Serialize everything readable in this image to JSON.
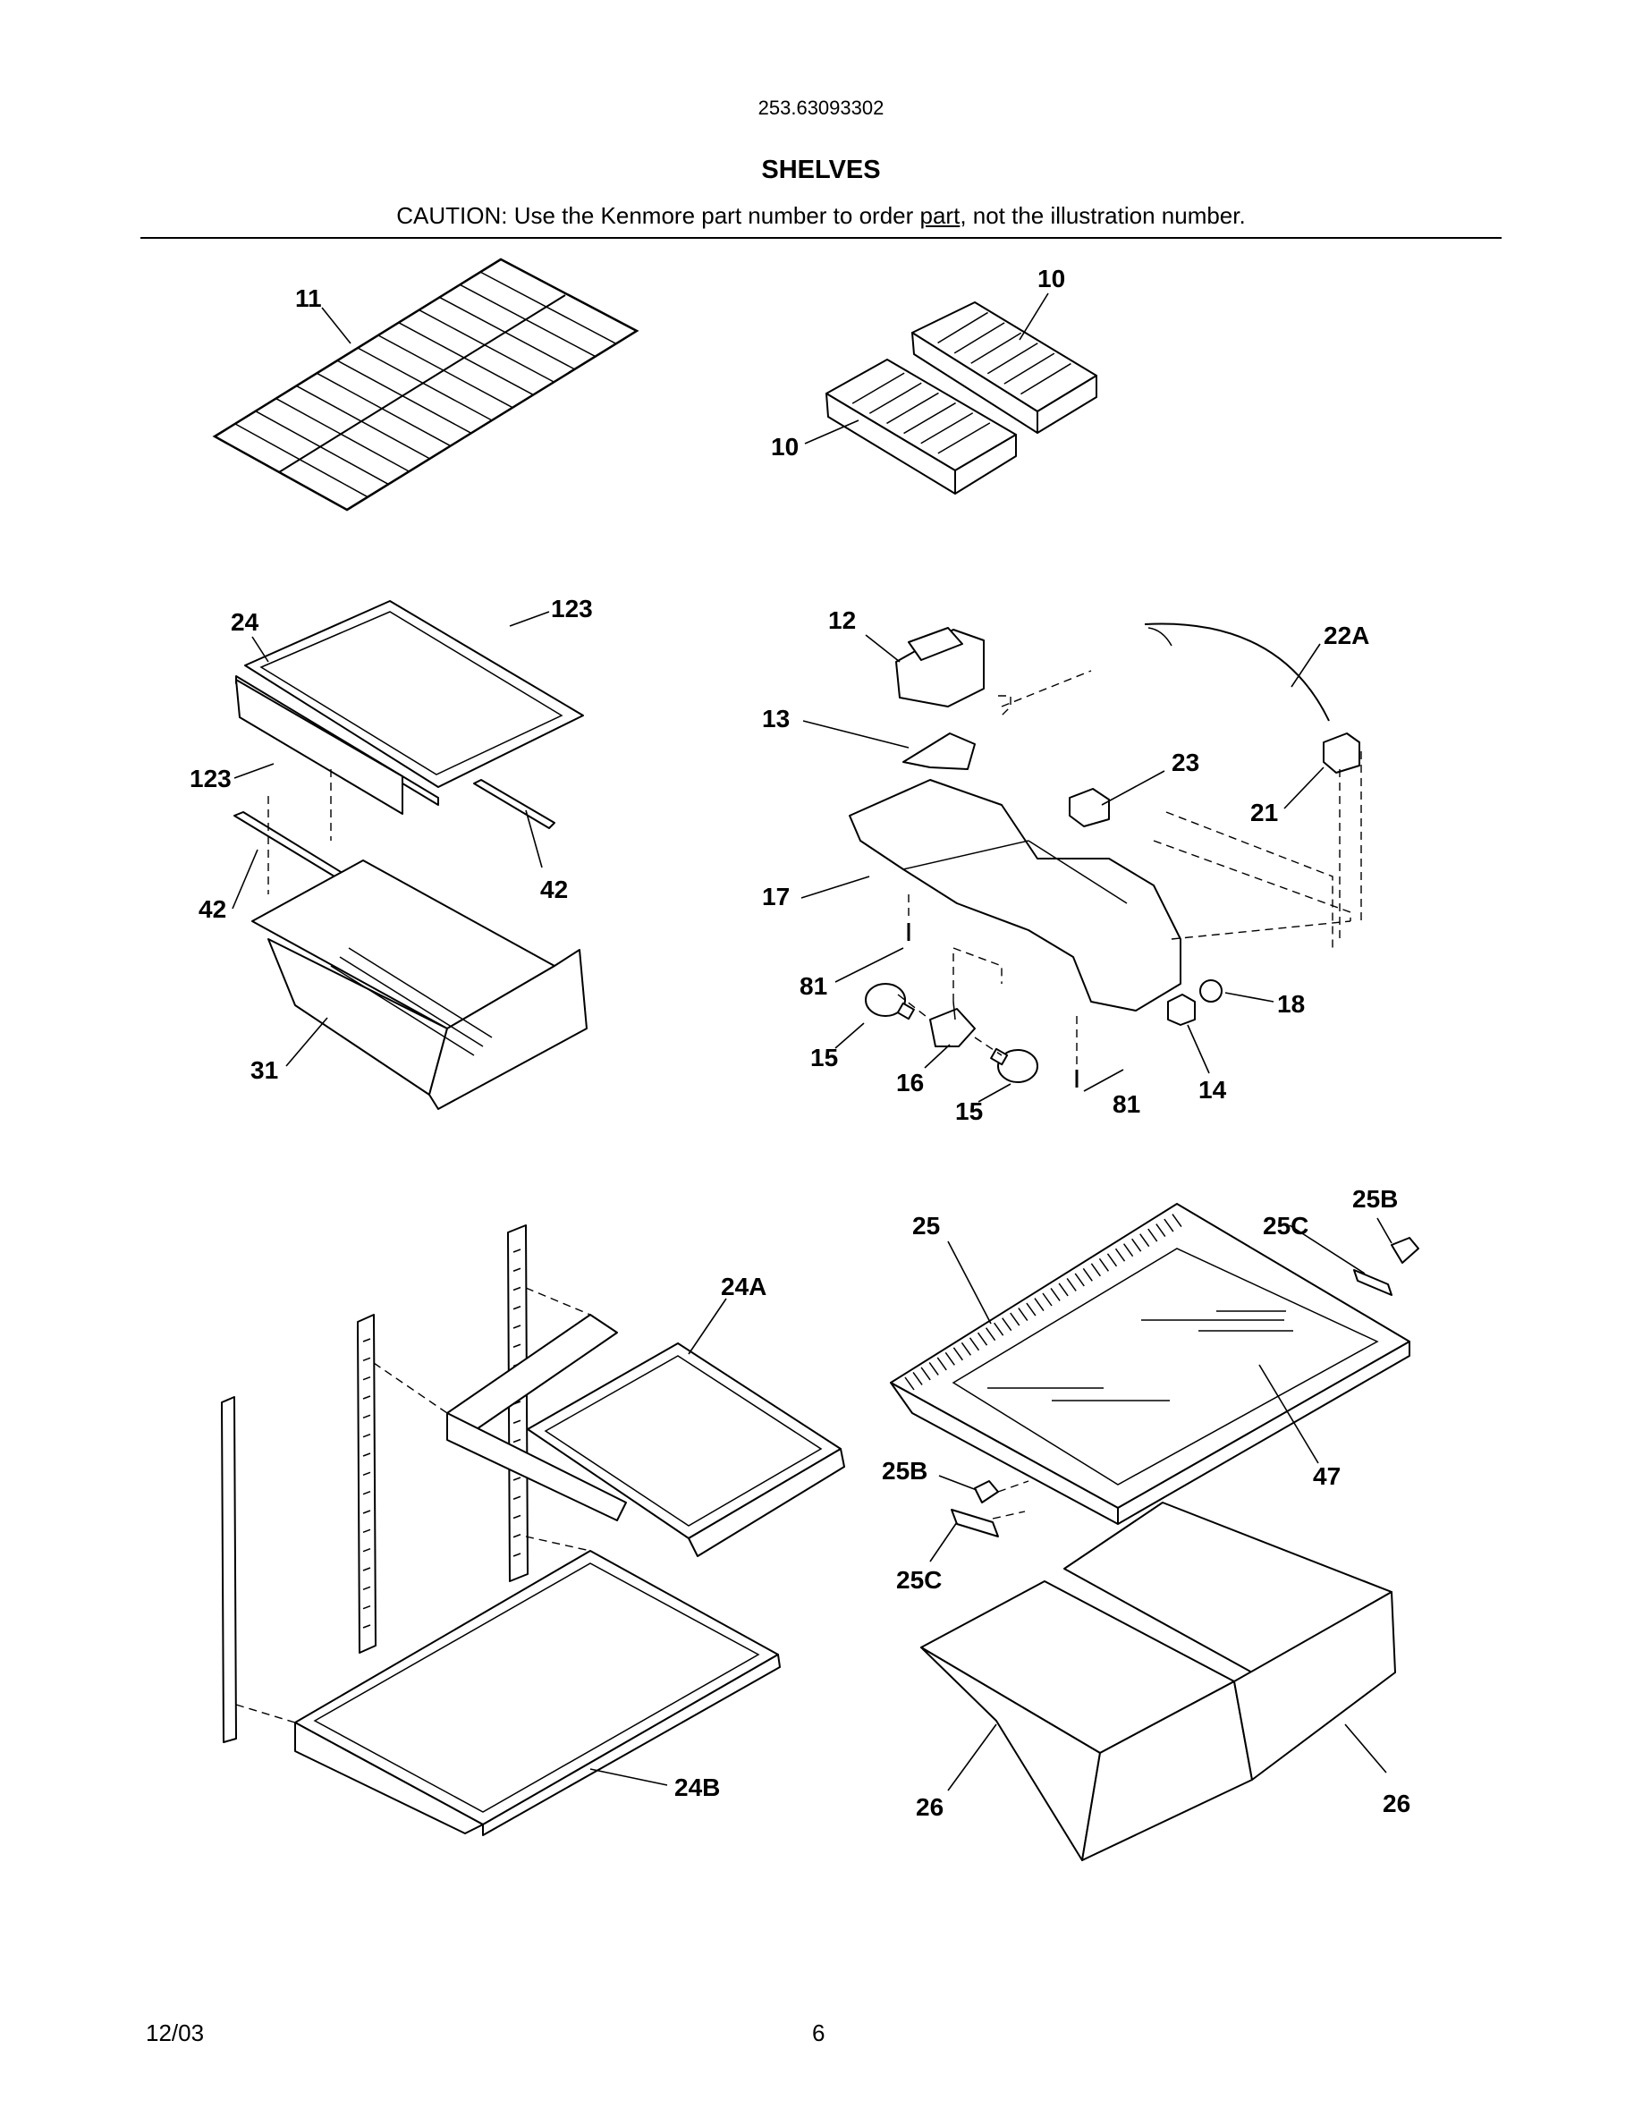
{
  "header": {
    "model_number": "253.63093302",
    "section_title": "SHELVES",
    "caution_prefix": "CAUTION: Use the Kenmore part number to order ",
    "caution_link": "part",
    "caution_suffix": ", not the illustration number."
  },
  "footer": {
    "date": "12/03",
    "page_number": "6"
  },
  "callouts": {
    "c11": "11",
    "c10a": "10",
    "c10b": "10",
    "c24": "24",
    "c123a": "123",
    "c123b": "123",
    "c42a": "42",
    "c42b": "42",
    "c31": "31",
    "c12": "12",
    "c13": "13",
    "c22A": "22A",
    "c23": "23",
    "c21": "21",
    "c17": "17",
    "c81a": "81",
    "c81b": "81",
    "c18": "18",
    "c15a": "15",
    "c15b": "15",
    "c16": "16",
    "c14": "14",
    "c24A": "24A",
    "c24B": "24B",
    "c25": "25",
    "c25Ba": "25B",
    "c25Bb": "25B",
    "c25Ca": "25C",
    "c25Cb": "25C",
    "c47": "47",
    "c26a": "26",
    "c26b": "26"
  }
}
